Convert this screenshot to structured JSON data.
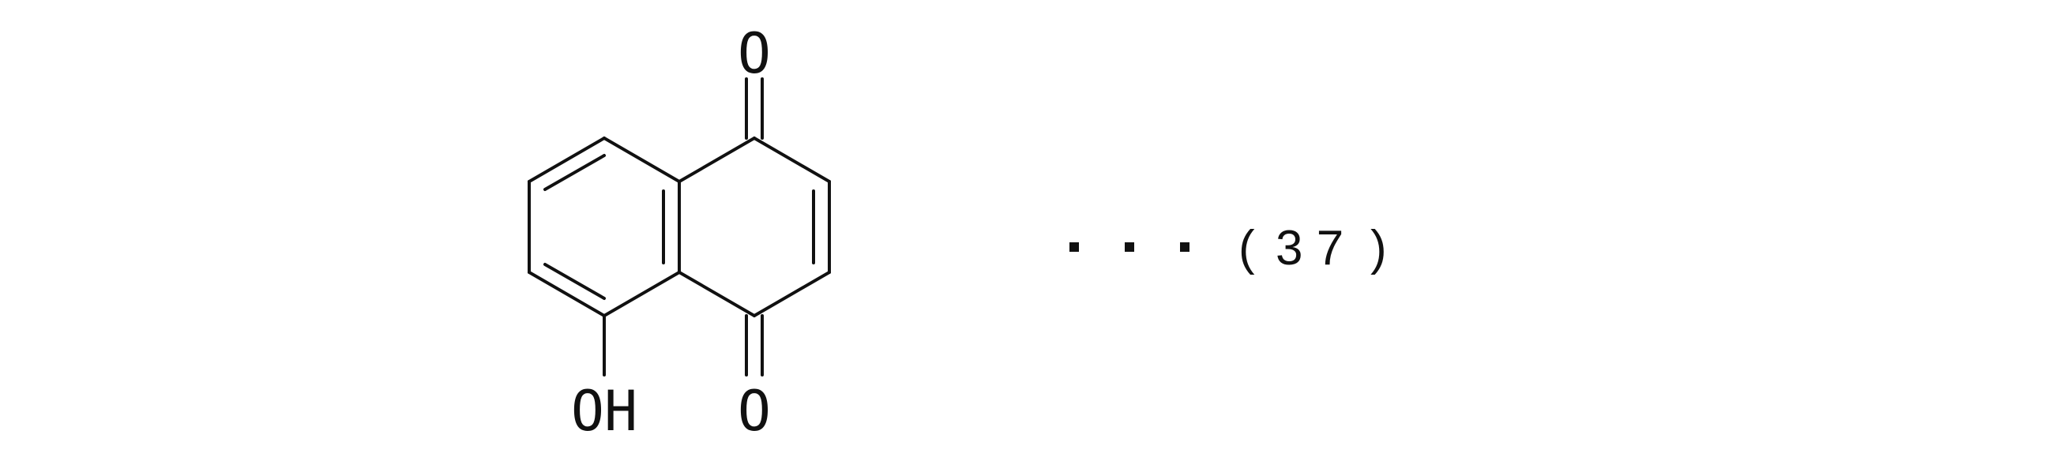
{
  "molecule": {
    "atom_labels": {
      "top_oxygen": "O",
      "bottom_oxygen": "O",
      "hydroxyl": "OH"
    }
  },
  "equation": {
    "open_paren": "(",
    "number": "3 7",
    "close_paren": ")"
  }
}
